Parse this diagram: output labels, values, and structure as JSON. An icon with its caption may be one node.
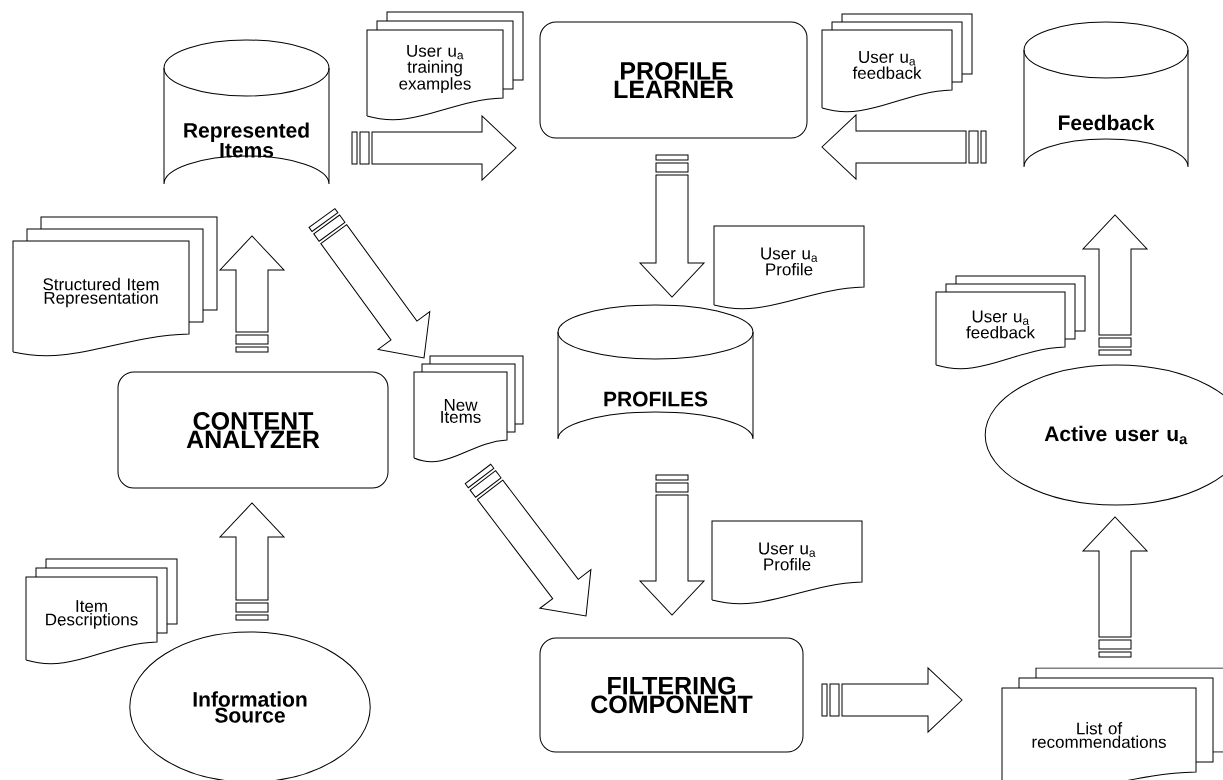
{
  "diagram": {
    "nodes": [
      {
        "text": [
          "Information Source"
        ]
      },
      {
        "text": [
          "Item Descriptions"
        ]
      },
      {
        "text": [
          "CONTENT ANALYZER"
        ]
      },
      {
        "text": [
          "Structured Item Representation"
        ]
      },
      {
        "text": [
          "Represented Items"
        ]
      },
      {
        "text": [
          "User u$_{a}$ training examples"
        ]
      },
      {
        "text": [
          "PROFILE LEARNER"
        ]
      },
      {
        "text": [
          "User u$_{a}$ feedback"
        ]
      },
      {
        "text": [
          "Feedback"
        ]
      },
      {
        "text": [
          "User u$_{a}$ Profile"
        ]
      },
      {
        "text": [
          "PROFILES"
        ]
      },
      {
        "text": [
          "New Items"
        ]
      },
      {
        "text": [
          "User u$_{a}$ Profile"
        ]
      },
      {
        "text": [
          "FILTERING COMPONENT"
        ]
      },
      {
        "text": [
          "Active user u$_{a}$"
        ]
      },
      {
        "text": [
          "User u$_{a}$ feedback"
        ]
      },
      {
        "text": [
          "List of recommendations"
        ]
      }
    ],
    "edges": [
      {
        "from": 0,
        "to": 2,
        "arrow": "to"
      },
      {
        "from": 2,
        "to": 4,
        "arrow": "to"
      },
      {
        "from": 4,
        "to": 6,
        "arrow": "to"
      },
      {
        "from": 4,
        "to": 11,
        "arrow": "to"
      },
      {
        "from": 11,
        "to": 13,
        "arrow": "to"
      },
      {
        "from": 8,
        "to": 6,
        "arrow": "to"
      },
      {
        "from": 6,
        "to": 10,
        "arrow": "to"
      },
      {
        "from": 10,
        "to": 13,
        "arrow": "to"
      },
      {
        "from": 13,
        "to": 16,
        "arrow": "to"
      },
      {
        "from": 16,
        "to": 14,
        "arrow": "to"
      },
      {
        "from": 14,
        "to": 8,
        "arrow": "to"
      }
    ]
  }
}
